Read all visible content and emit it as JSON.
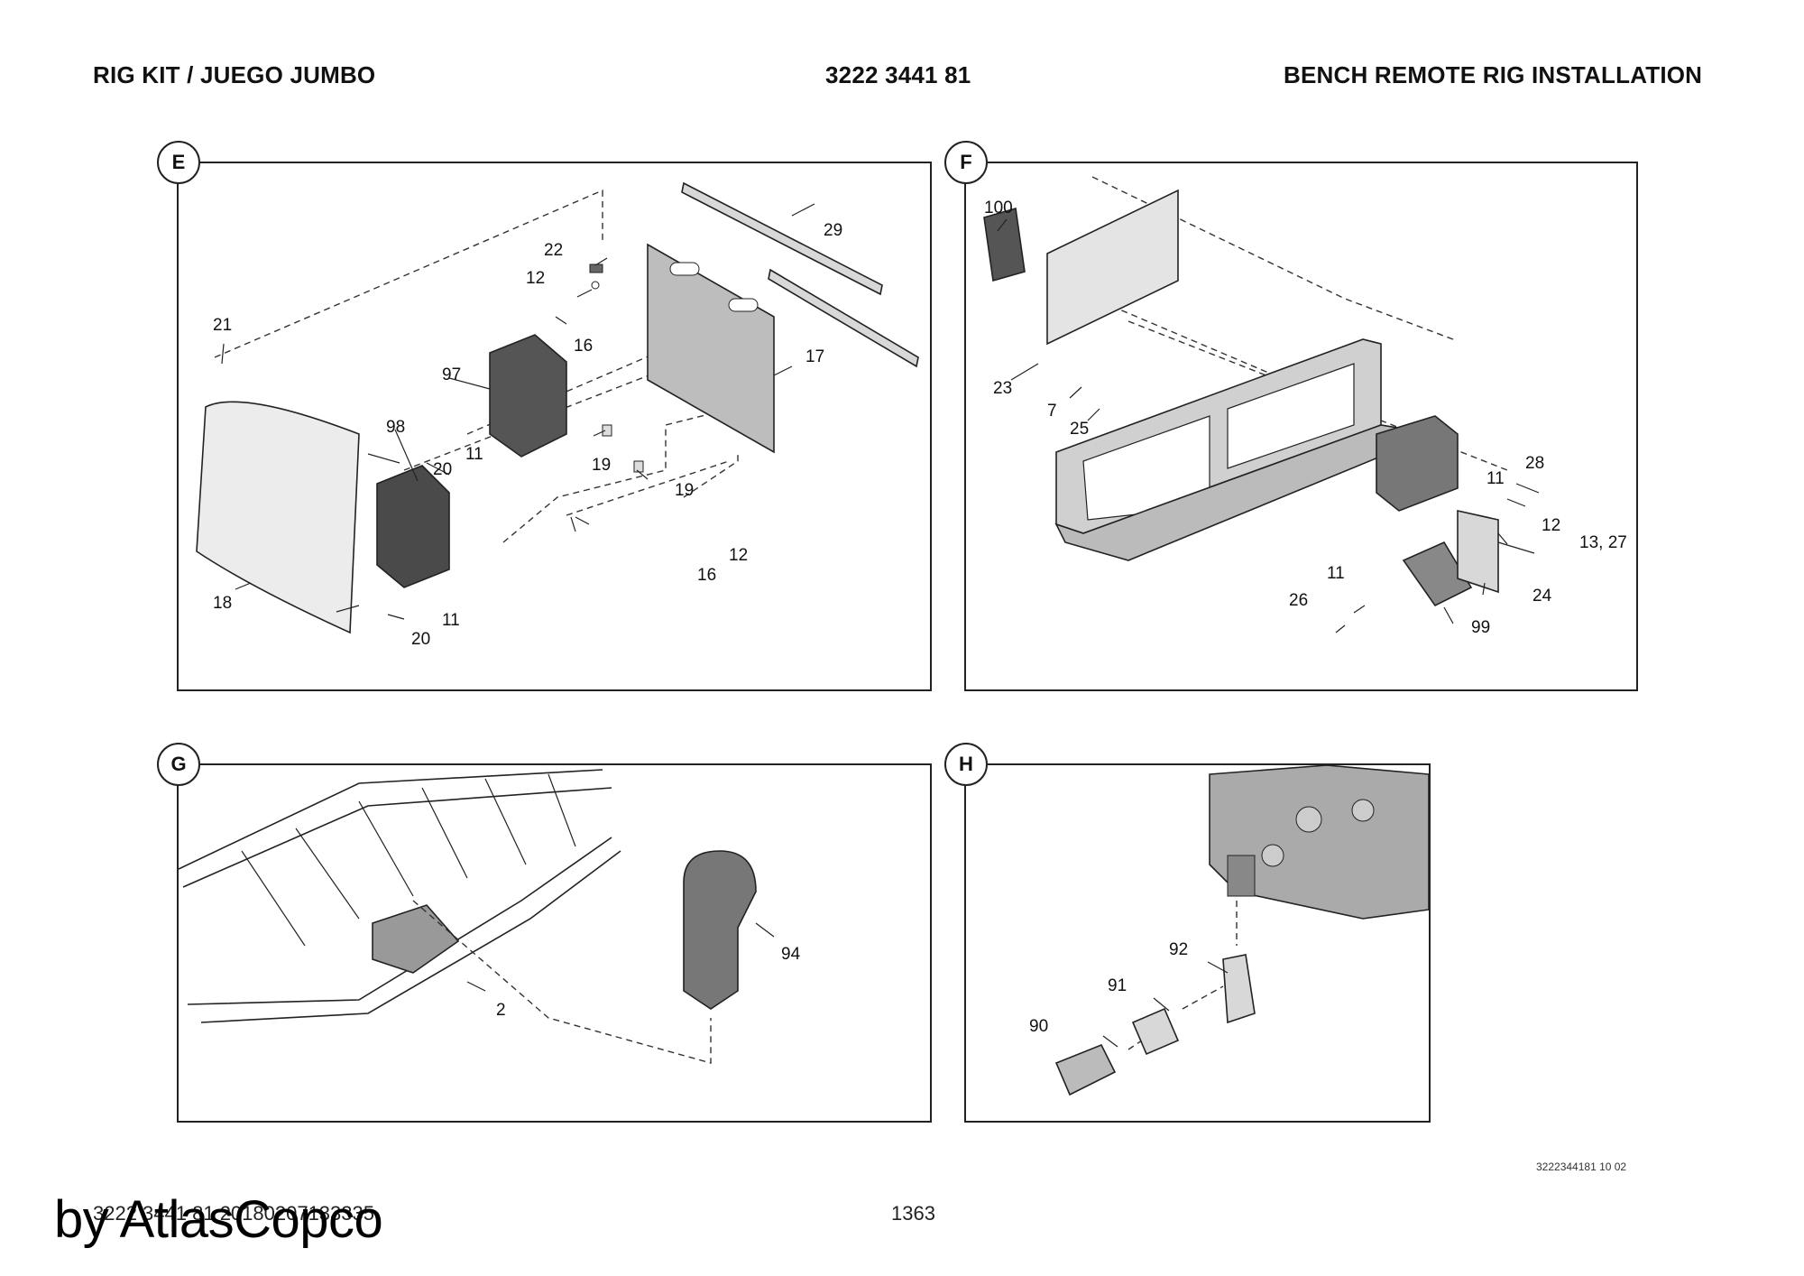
{
  "header": {
    "left": "RIG KIT / JUEGO JUMBO",
    "center": "3222 3441 81",
    "right": "BENCH REMOTE RIG INSTALLATION"
  },
  "panels": {
    "E": {
      "label": "E",
      "callouts": [
        "22",
        "12",
        "16",
        "29",
        "17",
        "21",
        "97",
        "98",
        "11",
        "20",
        "19",
        "19",
        "12",
        "16",
        "18",
        "11",
        "20"
      ]
    },
    "F": {
      "label": "F",
      "callouts": [
        "100",
        "23",
        "7",
        "25",
        "28",
        "11",
        "12",
        "13, 27",
        "24",
        "11",
        "26",
        "99"
      ]
    },
    "G": {
      "label": "G",
      "callouts": [
        "94",
        "2"
      ]
    },
    "H": {
      "label": "H",
      "callouts": [
        "92",
        "91",
        "90"
      ]
    }
  },
  "footer": {
    "drawing_ref": "3222344181 10 02",
    "doc_ref": "3222 3441 81 20180207133335",
    "page_number": "1363",
    "watermark": "by AtlasCopco"
  }
}
